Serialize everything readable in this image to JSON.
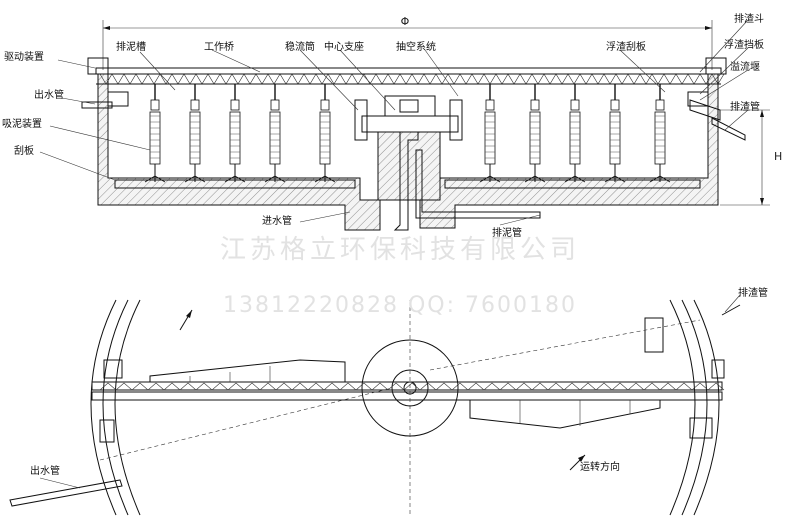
{
  "labels": {
    "drive_device": "驱动装置",
    "outlet_pipe_top": "出水管",
    "suction_device": "吸泥装置",
    "scraper": "刮板",
    "sludge_trough": "排泥槽",
    "working_bridge": "工作桥",
    "stilling_drum": "稳流筒",
    "center_support": "中心支座",
    "vacuum_system": "抽空系统",
    "scum_scraper": "浮渣刮板",
    "scum_pipe_top": "排渣斗",
    "scum_baffle": "浮渣挡板",
    "overflow_weir": "溢流堰",
    "scum_pipe_right": "排渣管",
    "inlet_pipe": "进水管",
    "sludge_pipe": "排泥管",
    "scum_pipe_plan": "排渣管",
    "outlet_pipe_plan": "出水管",
    "rotation_direction": "运转方向"
  },
  "dimensions": {
    "diameter_symbol": "Φ",
    "height_symbol": "H"
  },
  "watermark": {
    "company": "江苏格立环保科技有限公司",
    "contact": "13812220828  QQ: 7600180"
  }
}
